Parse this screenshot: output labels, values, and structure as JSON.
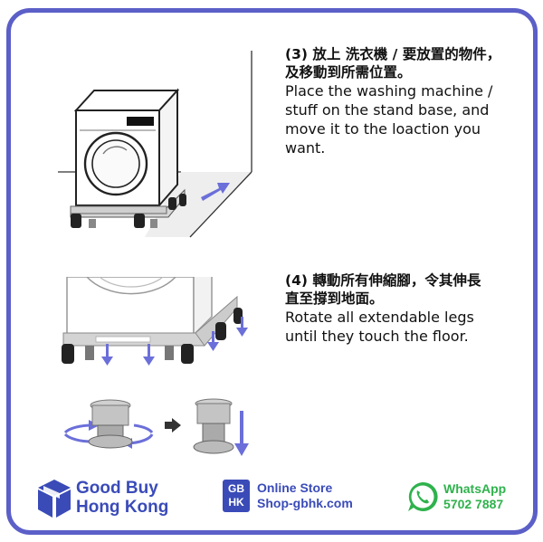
{
  "steps": [
    {
      "zh_line1": "(3) 放上 洗衣機 / 要放置的物件，",
      "zh_line2": "及移動到所需位置。",
      "en_line1": "Place the washing machine /",
      "en_line2": "stuff on the stand base, and",
      "en_line3": "move it to the loaction you",
      "en_line4": "want."
    },
    {
      "zh_line1": "(4) 轉動所有伸縮腳，令其伸長",
      "zh_line2": "直至撐到地面。",
      "en_line1": "Rotate all extendable legs",
      "en_line2": "until they touch the floor."
    }
  ],
  "footer": {
    "brand_line1": "Good Buy",
    "brand_line2": "Hong Kong",
    "store_badge_top": "GB",
    "store_badge_bottom": "HK",
    "store_title": "Online Store",
    "store_url": "Shop-gbhk.com",
    "whatsapp_label": "WhatsApp",
    "whatsapp_number": "5702 7887"
  },
  "colors": {
    "frame": "#5b5fc7",
    "brand_blue": "#3a4bb8",
    "arrow": "#6b6fd9",
    "whatsapp": "#2fb24c"
  },
  "icons": {
    "brand": "cube-box-icon",
    "whatsapp": "whatsapp-phone-icon",
    "right_arrow": "right-arrow-icon",
    "down_arrow": "down-arrow-icon",
    "rotate": "rotate-arrows-icon"
  }
}
